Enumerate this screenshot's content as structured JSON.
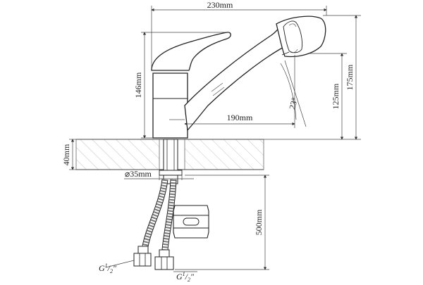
{
  "diagram": {
    "dimensions": {
      "total_width": "230mm",
      "total_height": "175mm",
      "body_height": "146mm",
      "spout_height": "125mm",
      "reach": "190mm",
      "counter_thickness": "40mm",
      "hole_diameter": "⌀35mm",
      "hose_length": "500mm",
      "angle": "23°"
    },
    "fittings": {
      "left_base": "G",
      "left_sup": "1",
      "left_sub": "2",
      "left_suffix": "″",
      "right_base": "G",
      "right_sup": "1",
      "right_sub": "2",
      "right_suffix": "″"
    }
  }
}
